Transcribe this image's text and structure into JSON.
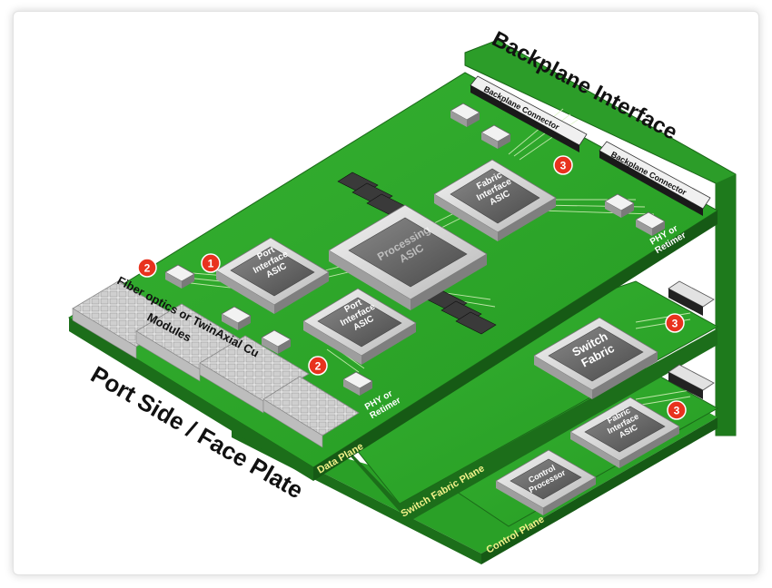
{
  "labels": {
    "backplane_interface": "Backplane Interface",
    "port_side": "Port Side / Face Plate",
    "backplane_connector_1": "Backplane Connector",
    "backplane_connector_2": "Backplane Connector",
    "fiber_line1": "Fiber optics or TwinAxial Cu",
    "fiber_line2": "Modules",
    "phy_1_line1": "PHY or",
    "phy_1_line2": "Retimer",
    "phy_2_line1": "PHY or",
    "phy_2_line2": "Retimer",
    "data_plane": "Data Plane",
    "switch_fabric_plane": "Switch Fabric Plane",
    "control_plane": "Control Plane"
  },
  "chips": {
    "port_asic_1": [
      "Port",
      "Interface",
      "ASIC"
    ],
    "port_asic_2": [
      "Port",
      "Interface",
      "ASIC"
    ],
    "processing_asic": [
      "Processing",
      "ASIC"
    ],
    "fabric_asic_top": [
      "Fabric",
      "Interface",
      "ASIC"
    ],
    "switch_fabric": [
      "Switch",
      "Fabric"
    ],
    "fabric_asic_bottom": [
      "Fabric",
      "Interface",
      "ASIC"
    ],
    "control_processor": [
      "Control",
      "Processor"
    ]
  },
  "badges": {
    "b1": "1",
    "b2a": "2",
    "b2b": "2",
    "b3a": "3",
    "b3b": "3",
    "b3c": "3"
  },
  "colors": {
    "board": "#2fa82c",
    "board_edge": "#1b6a19",
    "backplane": "#2a9a28",
    "chip_silver": "#d8d8d8",
    "chip_die": "#6e6e6e",
    "badge_red": "#e8321e"
  }
}
